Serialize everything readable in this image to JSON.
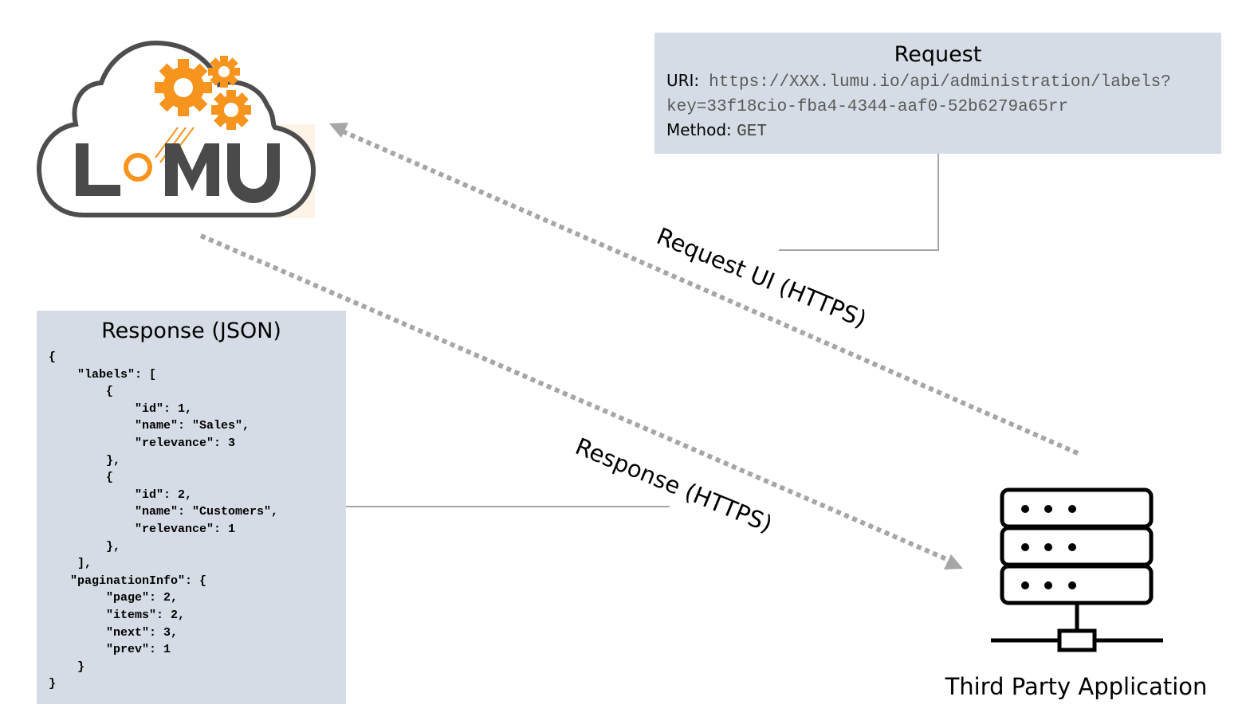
{
  "logo": {
    "text": "LUMU",
    "colors": {
      "cloud_outline": "#4d4d4d",
      "text": "#4a4a4a",
      "gears": "#f7941d"
    }
  },
  "request": {
    "title": "Request",
    "uri_label": "URI:",
    "uri_line1": "https://XXX.lumu.io/api/administration/labels?",
    "uri_line2": "key=33f18cio-fba4-4344-aaf0-52b6279a65rr",
    "method_label": "Method:",
    "method_value": "GET"
  },
  "response": {
    "title": "Response (JSON)",
    "json_text": "{\n    \"labels\": [\n        {\n            \"id\": 1,\n            \"name\": \"Sales\",\n            \"relevance\": 3\n        },\n        {\n            \"id\": 2,\n            \"name\": \"Customers\",\n            \"relevance\": 1\n        },\n    ],\n   \"paginationInfo\": {\n        \"page\": 2,\n        \"items\": 2,\n        \"next\": 3,\n        \"prev\": 1\n    }\n}"
  },
  "flows": {
    "request_label": "Request UI (HTTPS)",
    "response_label": "Response (HTTPS)"
  },
  "third_party": {
    "label": "Third Party Application",
    "icon": "server-icon"
  },
  "colors": {
    "box_fill": "#d6dce5",
    "arrow": "#a6a6a6",
    "connector": "#a6a6a6"
  }
}
